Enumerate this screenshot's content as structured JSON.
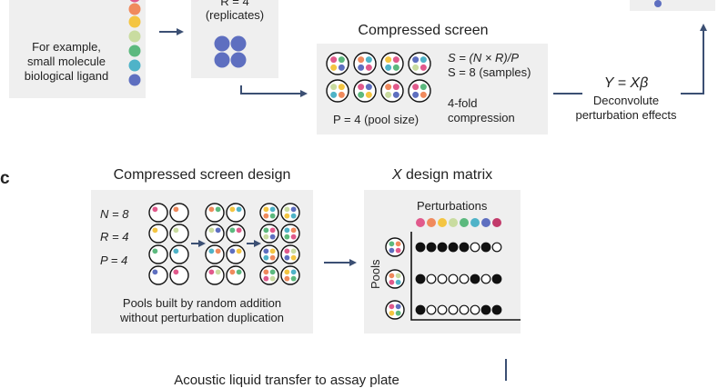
{
  "colors": {
    "panel_bg": "#efefef",
    "arrow": "#3b4f73",
    "ligands": [
      "#e15a8c",
      "#f08a5d",
      "#f4c542",
      "#c9dca0",
      "#5cb97e",
      "#4fb3c8",
      "#5e6fc0"
    ],
    "replicate_dot": "#5e6fc0",
    "filled_dot": "#111111"
  },
  "panel_b": {
    "example_lines": [
      "For example,",
      "small molecule",
      "biological ligand"
    ],
    "replicates_value": "R = 4",
    "replicates_label": "(replicates)",
    "compressed_title": "Compressed screen",
    "formula": "S = (N × R)/P",
    "samples": "S = 8 (samples)",
    "pool_size": "P = 4 (pool size)",
    "compression_lines": [
      "4-fold",
      "compression"
    ],
    "equation": "Y = Xβ",
    "deconvolute_lines": [
      "Deconvolute",
      "perturbation effects"
    ]
  },
  "panel_c": {
    "label": "c",
    "design_title": "Compressed screen design",
    "params": [
      "N = 8",
      "R = 4",
      "P = 4"
    ],
    "caption_lines": [
      "Pools built by random addition",
      "without perturbation duplication"
    ],
    "matrix_title_var": "X",
    "matrix_title_rest": " design matrix",
    "perturbations_label": "Perturbations",
    "pools_label": "Pools",
    "matrix_rows": [
      [
        1,
        1,
        1,
        1,
        1,
        0,
        1,
        0
      ],
      [
        1,
        0,
        0,
        0,
        0,
        1,
        0,
        1
      ],
      [
        1,
        0,
        0,
        0,
        0,
        0,
        1,
        1
      ]
    ]
  },
  "bottom_text": "Acoustic liquid transfer to assay plate"
}
